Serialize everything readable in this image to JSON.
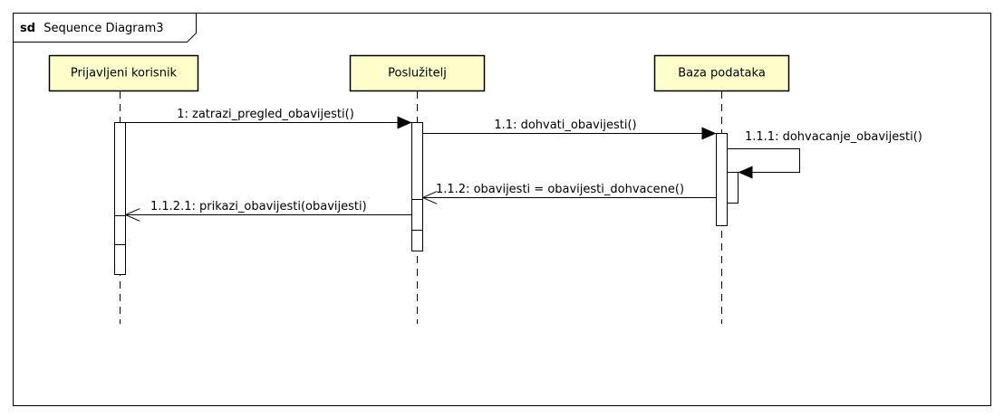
{
  "diagram": {
    "frame": {
      "keyword": "sd",
      "name": "Sequence Diagram3"
    },
    "lifelines": [
      {
        "label": "Prijavljeni korisnik"
      },
      {
        "label": "Poslužitelj"
      },
      {
        "label": "Baza podataka"
      }
    ],
    "messages": [
      {
        "label": "1: zatrazi_pregled_obavijesti()",
        "from": "Prijavljeni korisnik",
        "to": "Poslužitelj",
        "kind": "synchronous"
      },
      {
        "label": "1.1: dohvati_obavijesti()",
        "from": "Poslužitelj",
        "to": "Baza podataka",
        "kind": "synchronous"
      },
      {
        "label": "1.1.1: dohvacanje_obavijesti()",
        "from": "Baza podataka",
        "to": "Baza podataka",
        "kind": "self"
      },
      {
        "label": "1.1.2: obavijesti = obavijesti_dohvacene()",
        "from": "Baza podataka",
        "to": "Poslužitelj",
        "kind": "reply"
      },
      {
        "label": "1.1.2.1: prikazi_obavijesti(obavijesti)",
        "from": "Poslužitelj",
        "to": "Prijavljeni korisnik",
        "kind": "reply"
      }
    ],
    "colors": {
      "lifeline_head_fill": "#FFFFCC",
      "activation_fill": "#FFFFFF",
      "line": "#000000",
      "background": "#FFFFFF"
    }
  }
}
